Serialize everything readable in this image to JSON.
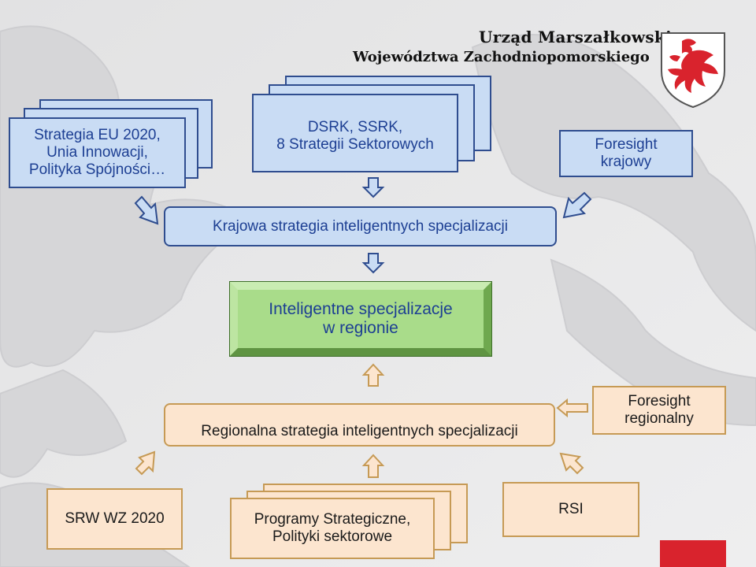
{
  "header": {
    "line1": "Urząd Marszałkowski",
    "line2": "Województwa Zachodniopomorskiego"
  },
  "boxes": {
    "eu_strategy": [
      "Strategia EU 2020,",
      "Unia Innowacji,",
      "Polityka Spójności…"
    ],
    "dsrk": [
      "DSRK,  SSRK,",
      "8 Strategii Sektorowych"
    ],
    "foresight_national": [
      "Foresight",
      "krajowy"
    ],
    "national_strategy": "Krajowa strategia inteligentnych specjalizacji",
    "smart_specializations": [
      "Inteligentne specjalizacje",
      "w regionie"
    ],
    "regional_strategy": "Regionalna strategia inteligentnych specjalizacji",
    "foresight_regional": [
      "Foresight",
      "regionalny"
    ],
    "srw": "SRW WZ 2020",
    "programs": [
      "Programy Strategiczne,",
      "Polityki sektorowe"
    ],
    "rsi": "RSI"
  },
  "colors": {
    "blue_fill": "#c9dcf4",
    "blue_border": "#2f4d8f",
    "green_fill": "#a9dc8a",
    "orange_fill": "#fce5cf",
    "orange_border": "#c69a55",
    "logo_red": "#d9232d"
  }
}
